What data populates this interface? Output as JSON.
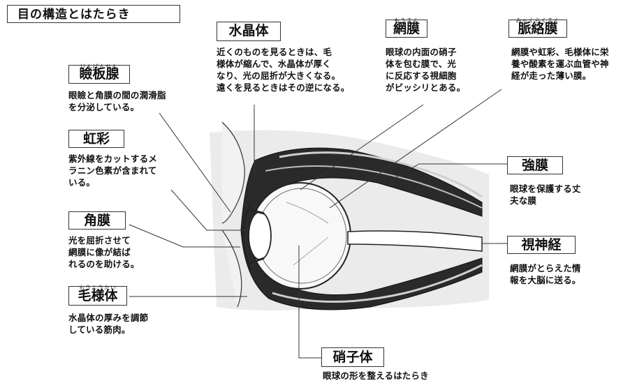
{
  "title": "目の構造とはたらき",
  "labels": {
    "suishotai": {
      "name": "水晶体",
      "desc": "近くのものを見るときは、毛\n様体が縮んで、水晶体が厚く\nなり、光の屈折が大きくなる。\n遠くを見るときはその逆になる。"
    },
    "moumaku": {
      "ruby": "もうまく",
      "name": "網膜",
      "desc": "眼球の内面の硝子\n体を包む膜で、光\nに反応する視細胞\nがビッシリとある。"
    },
    "myakurakumaku": {
      "ruby": "みゃくらくまく",
      "name": "脈絡膜",
      "desc": "網膜や虹彩、毛様体に栄\n養や酸素を運ぶ血管や神\n経が走った薄い膜。"
    },
    "kenbansen": {
      "ruby": "けんばんせん",
      "name": "瞼板腺",
      "desc": "眼瞼と角膜の間の潤滑脂\nを分泌している。"
    },
    "kousai": {
      "name": "虹彩",
      "desc": "紫外線をカットするメ\nラニン色素が含まれて\nいる。"
    },
    "kakumaku": {
      "name": "角膜",
      "desc": "光を屈折させて\n網膜に像が結ば\nれるのを助ける。"
    },
    "mouyoutai": {
      "ruby": "もうようたい",
      "name": "毛様体",
      "desc": "水晶体の厚みを調節\nしている筋肉。"
    },
    "kyoumaku": {
      "name": "強膜",
      "desc": "眼球を保護する丈\n夫な膜"
    },
    "shishinkei": {
      "name": "視神経",
      "desc": "網膜がとらえた情\n報を大脳に送る。"
    },
    "garasutai": {
      "name": "硝子体",
      "desc": "眼球の形を整えるはたらき"
    }
  }
}
